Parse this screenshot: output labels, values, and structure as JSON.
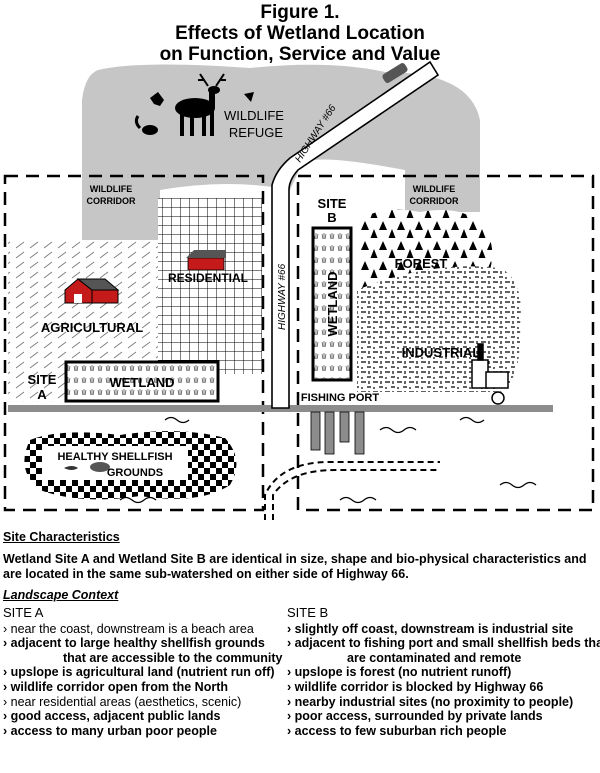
{
  "title": {
    "line1": "Figure 1.",
    "line2": "Effects of Wetland Location",
    "line3": "on Function, Service and Value"
  },
  "map": {
    "wildlife_refuge_l1": "WILDLIFE",
    "wildlife_refuge_l2": "REFUGE",
    "corridor_left_l1": "WILDLIFE",
    "corridor_left_l2": "CORRIDOR",
    "corridor_right_l1": "WILDLIFE",
    "corridor_right_l2": "CORRIDOR",
    "highway_label": "HIGHWAY #66",
    "site_b_l1": "SITE",
    "site_b_l2": "B",
    "site_a_l1": "SITE",
    "site_a_l2": "A",
    "wetland_a": "WETLAND",
    "wetland_b": "WETLAND",
    "residential": "RESIDENTIAL",
    "agricultural": "AGRICULTURAL",
    "forest": "FOREST",
    "industrial": "INDUSTRIAL",
    "fishing_port": "FISHING PORT",
    "shellfish_l1": "HEALTHY SHELLFISH",
    "shellfish_l2": "GROUNDS"
  },
  "site_characteristics": {
    "heading": "Site Characteristics",
    "text": "Wetland Site A and Wetland Site B are identical in size, shape and bio-physical characteristics and are located in the same sub-watershed on either side of Highway 66."
  },
  "landscape_context": {
    "heading": "Landscape Context",
    "site_a": {
      "title": "SITE A",
      "items": [
        "› near the coast, downstream is a beach area",
        "› adjacent to large healthy shellfish grounds",
        "that are accessible to the community",
        "› upslope is agricultural land (nutrient run off)",
        "› wildlife corridor open from the North",
        "› near residential areas (aesthetics, scenic)",
        "› good access, adjacent public lands",
        "› access to many urban poor people"
      ]
    },
    "site_b": {
      "title": "SITE B",
      "items": [
        "› slightly off coast, downstream is industrial site",
        "› adjacent to fishing port and small shellfish beds that",
        "are contaminated and remote",
        "› upslope is forest (no nutrient runoff)",
        "› wildlife corridor is blocked by Highway 66",
        "› nearby industrial sites (no proximity to people)",
        "› poor access, surrounded by private lands",
        "› access to few suburban rich people"
      ]
    }
  }
}
